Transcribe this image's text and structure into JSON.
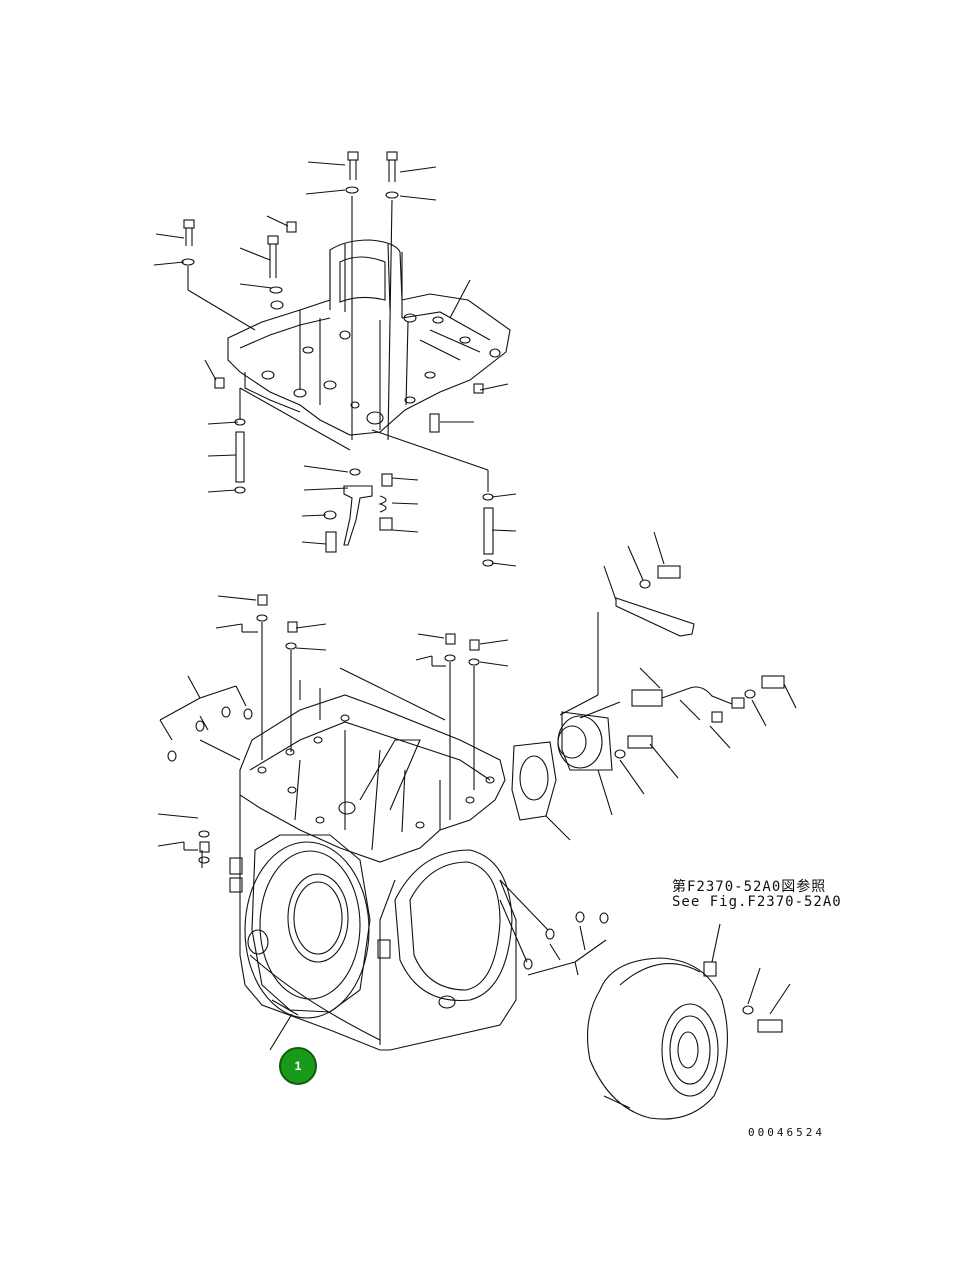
{
  "reference": {
    "japanese": "第F2370-52A0図参照",
    "english": "See Fig.F2370-52A0"
  },
  "drawing_number": "00046524",
  "callout": {
    "label": "1",
    "color": "#1a9a1a"
  },
  "icons": [
    "callout-marker"
  ]
}
